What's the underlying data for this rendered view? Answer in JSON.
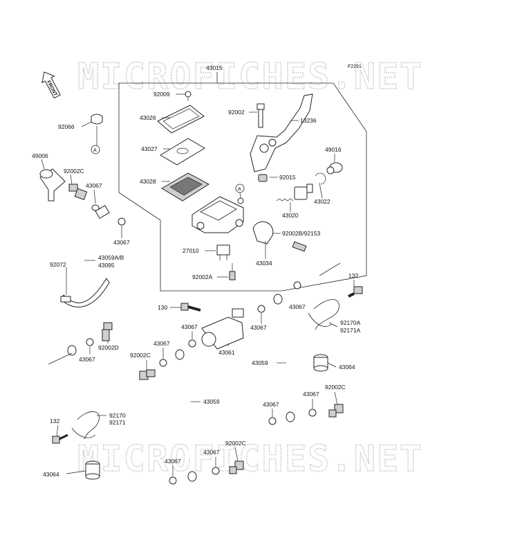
{
  "diagram": {
    "code": "F2291",
    "watermark": "MICROFICHES.NET",
    "front_label": "FRONT",
    "assembly_label": "43015",
    "colors": {
      "ink": "#222222",
      "watermark": "#c9c9c9",
      "background": "#ffffff"
    },
    "labels": [
      {
        "id": "p43015",
        "text": "43015"
      },
      {
        "id": "p92009",
        "text": "92009"
      },
      {
        "id": "p43026",
        "text": "43026"
      },
      {
        "id": "p43027",
        "text": "43027"
      },
      {
        "id": "p43028",
        "text": "43028"
      },
      {
        "id": "p92002a",
        "text": "92002"
      },
      {
        "id": "p13236",
        "text": "13236"
      },
      {
        "id": "p49016",
        "text": "49016"
      },
      {
        "id": "p92015",
        "text": "92015"
      },
      {
        "id": "p43022",
        "text": "43022"
      },
      {
        "id": "p43020",
        "text": "43020"
      },
      {
        "id": "p92002b92153",
        "text": "92002B/92153"
      },
      {
        "id": "p27010",
        "text": "27010"
      },
      {
        "id": "p43034",
        "text": "43034"
      },
      {
        "id": "p92002A",
        "text": "92002A"
      },
      {
        "id": "p92066",
        "text": "92066"
      },
      {
        "id": "p49006",
        "text": "49006"
      },
      {
        "id": "p92002c_1",
        "text": "92002C"
      },
      {
        "id": "p43067_1",
        "text": "43067"
      },
      {
        "id": "p43067_2",
        "text": "43067"
      },
      {
        "id": "p92072",
        "text": "92072"
      },
      {
        "id": "p43059ab",
        "text": "43059A/B"
      },
      {
        "id": "p43095",
        "text": "43095"
      },
      {
        "id": "p92002d",
        "text": "92002D"
      },
      {
        "id": "p43067_3",
        "text": "43067"
      },
      {
        "id": "p130",
        "text": "130"
      },
      {
        "id": "p43067_4",
        "text": "43067"
      },
      {
        "id": "p43067_5",
        "text": "43067"
      },
      {
        "id": "p43067_6",
        "text": "43067"
      },
      {
        "id": "p43061",
        "text": "43061"
      },
      {
        "id": "p43067_7",
        "text": "43067"
      },
      {
        "id": "p132_1",
        "text": "132"
      },
      {
        "id": "p92170a",
        "text": "92170A"
      },
      {
        "id": "p92171a",
        "text": "92171A"
      },
      {
        "id": "p43059_1",
        "text": "43059"
      },
      {
        "id": "p43064_1",
        "text": "43064"
      },
      {
        "id": "p92002c_2",
        "text": "92002C"
      },
      {
        "id": "p43059_2",
        "text": "43059"
      },
      {
        "id": "p92002c_3",
        "text": "92002C"
      },
      {
        "id": "p43067_8",
        "text": "43067"
      },
      {
        "id": "p43067_9",
        "text": "43067"
      },
      {
        "id": "p92170",
        "text": "92170"
      },
      {
        "id": "p92171",
        "text": "92171"
      },
      {
        "id": "p132_2",
        "text": "132"
      },
      {
        "id": "p92002c_4",
        "text": "92002C"
      },
      {
        "id": "p43067_10",
        "text": "43067"
      },
      {
        "id": "p43067_11",
        "text": "43067"
      },
      {
        "id": "p43064_2",
        "text": "43064"
      }
    ],
    "callouts": [
      {
        "id": "callout_a_1",
        "text": "A"
      },
      {
        "id": "callout_a_2",
        "text": "A"
      }
    ]
  }
}
